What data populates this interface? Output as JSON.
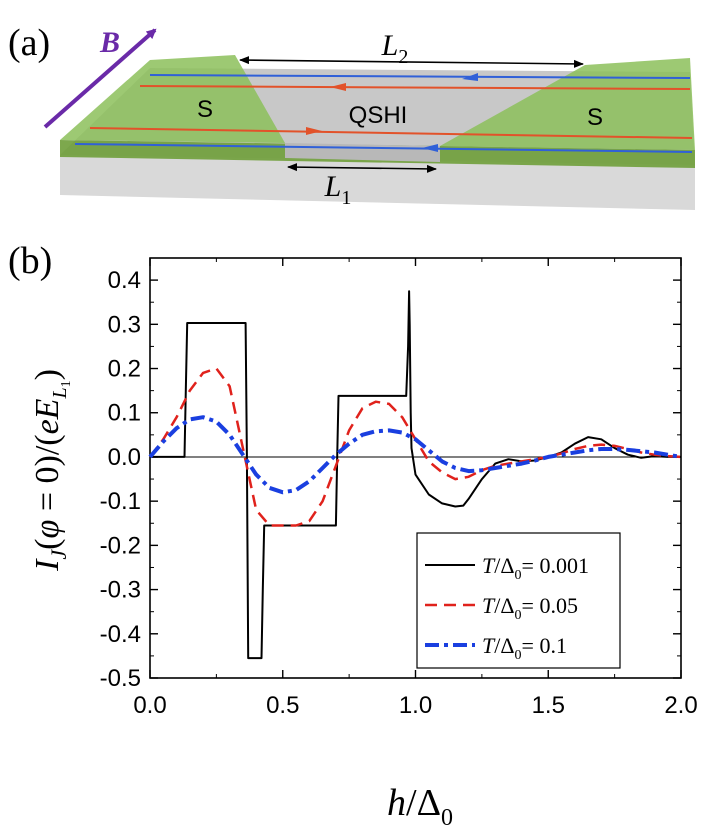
{
  "panel_a": {
    "label": "(a)",
    "field_label": "B",
    "left_lead": "S",
    "right_lead": "S",
    "middle": "QSHI",
    "long_length": {
      "sym": "L",
      "sub": "2"
    },
    "short_length": {
      "sym": "L",
      "sub": "1"
    },
    "colors": {
      "superconductor": "#8cbf5a",
      "edge_up": "#e2522a",
      "edge_down": "#3060d8",
      "field": "#6a2aa8"
    }
  },
  "panel_b": {
    "label": "(b)"
  },
  "chart_data": {
    "type": "line",
    "xlabel": {
      "sym": "h",
      "slash": "/",
      "delta": "Δ",
      "sub": "0"
    },
    "ylabel": "I_J(φ = 0)/(eE_{L_1})",
    "xlim": [
      0.0,
      2.0
    ],
    "ylim": [
      -0.5,
      0.45
    ],
    "xticks": [
      0.0,
      0.5,
      1.0,
      1.5,
      2.0
    ],
    "yticks": [
      -0.5,
      -0.4,
      -0.3,
      -0.2,
      -0.1,
      0.0,
      0.1,
      0.2,
      0.3,
      0.4
    ],
    "legend_position": "bottom-right",
    "series": [
      {
        "name": "T/Δ0= 0.001",
        "legend": {
          "t": "T",
          "d": "Δ",
          "sub": "0",
          "val": "= 0.001"
        },
        "color": "#000000",
        "style": "solid",
        "x": [
          0,
          0.13,
          0.135,
          0.14,
          0.36,
          0.365,
          0.37,
          0.42,
          0.425,
          0.43,
          0.7,
          0.705,
          0.71,
          0.965,
          0.972,
          0.976,
          0.978,
          0.982,
          0.985,
          1.0,
          1.05,
          1.1,
          1.15,
          1.18,
          1.2,
          1.25,
          1.3,
          1.35,
          1.4,
          1.45,
          1.5,
          1.55,
          1.6,
          1.65,
          1.7,
          1.75,
          1.8,
          1.85,
          1.9,
          1.95,
          2.0
        ],
        "y": [
          0,
          0,
          0.15,
          0.303,
          0.303,
          0.0,
          -0.455,
          -0.455,
          -0.3,
          -0.155,
          -0.155,
          0.0,
          0.138,
          0.138,
          0.25,
          0.375,
          0.3,
          0.1,
          0.02,
          -0.04,
          -0.085,
          -0.105,
          -0.112,
          -0.11,
          -0.095,
          -0.05,
          -0.015,
          -0.005,
          -0.01,
          -0.008,
          0.0,
          0.01,
          0.03,
          0.045,
          0.04,
          0.02,
          0.005,
          -0.002,
          0.002,
          0.0,
          0.0
        ]
      },
      {
        "name": "T/Δ0= 0.05",
        "legend": {
          "t": "T",
          "d": "Δ",
          "sub": "0",
          "val": "= 0.05"
        },
        "color": "#e0221c",
        "style": "dashed",
        "x": [
          0,
          0.05,
          0.1,
          0.15,
          0.2,
          0.25,
          0.3,
          0.35,
          0.4,
          0.45,
          0.5,
          0.55,
          0.6,
          0.65,
          0.7,
          0.75,
          0.8,
          0.85,
          0.9,
          0.95,
          1.0,
          1.05,
          1.1,
          1.15,
          1.2,
          1.25,
          1.3,
          1.35,
          1.4,
          1.45,
          1.5,
          1.55,
          1.6,
          1.65,
          1.7,
          1.75,
          1.8,
          1.85,
          1.9,
          1.95,
          2.0
        ],
        "y": [
          0,
          0.04,
          0.09,
          0.15,
          0.19,
          0.2,
          0.16,
          0.02,
          -0.12,
          -0.155,
          -0.155,
          -0.155,
          -0.145,
          -0.1,
          -0.02,
          0.06,
          0.11,
          0.125,
          0.12,
          0.09,
          0.04,
          -0.01,
          -0.035,
          -0.05,
          -0.045,
          -0.03,
          -0.02,
          -0.015,
          -0.01,
          -0.005,
          0.0,
          0.008,
          0.018,
          0.025,
          0.028,
          0.025,
          0.018,
          0.01,
          0.005,
          0.002,
          0.0
        ]
      },
      {
        "name": "T/Δ0= 0.1",
        "legend": {
          "t": "T",
          "d": "Δ",
          "sub": "0",
          "val": "= 0.1"
        },
        "color": "#1a3fe0",
        "style": "dashdot",
        "x": [
          0,
          0.05,
          0.1,
          0.15,
          0.2,
          0.25,
          0.3,
          0.35,
          0.4,
          0.45,
          0.5,
          0.55,
          0.6,
          0.65,
          0.7,
          0.75,
          0.8,
          0.85,
          0.9,
          0.95,
          1.0,
          1.05,
          1.1,
          1.15,
          1.2,
          1.25,
          1.3,
          1.35,
          1.4,
          1.45,
          1.5,
          1.55,
          1.6,
          1.65,
          1.7,
          1.75,
          1.8,
          1.85,
          1.9,
          1.95,
          2.0
        ],
        "y": [
          0,
          0.035,
          0.065,
          0.085,
          0.09,
          0.08,
          0.05,
          0.005,
          -0.04,
          -0.07,
          -0.08,
          -0.075,
          -0.055,
          -0.025,
          0.005,
          0.03,
          0.05,
          0.058,
          0.06,
          0.055,
          0.04,
          0.015,
          -0.01,
          -0.025,
          -0.032,
          -0.03,
          -0.025,
          -0.02,
          -0.015,
          -0.008,
          0.0,
          0.005,
          0.01,
          0.015,
          0.018,
          0.018,
          0.016,
          0.013,
          0.01,
          0.005,
          0.0
        ]
      }
    ]
  }
}
